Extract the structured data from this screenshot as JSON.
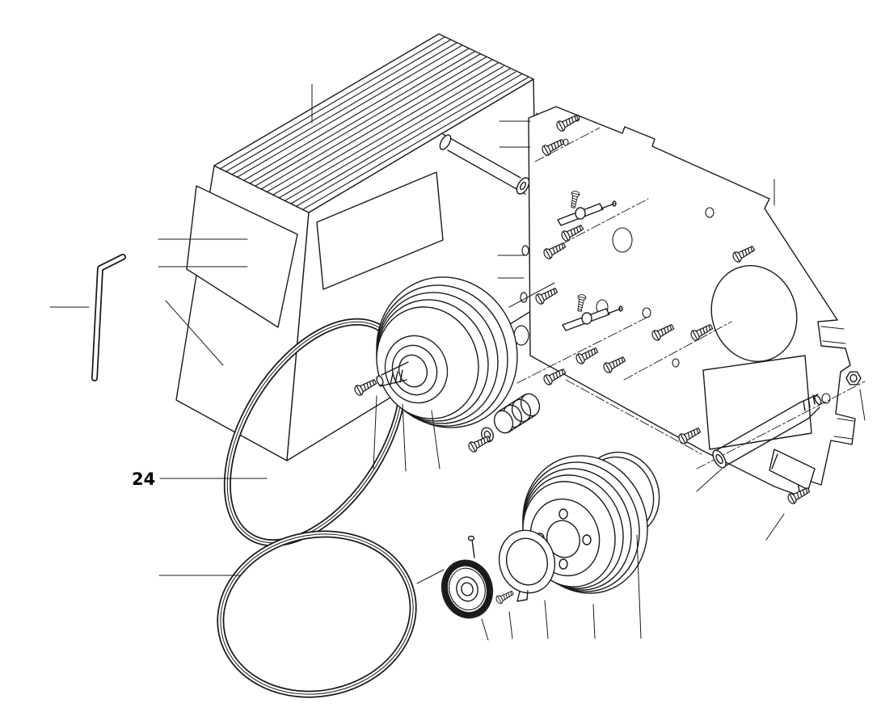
{
  "diagram": {
    "background_color": "#ffffff",
    "line_color": "#1a1a1a",
    "callout": {
      "label": "24"
    },
    "parts": [
      "finned-housing-cover",
      "inspection-window",
      "nameplate-panel",
      "hex-key",
      "grooved-drive-pulley",
      "pulley-shaft-screw",
      "ribbed-v-belt",
      "mounting-plate",
      "spacer-rod",
      "threaded-rod",
      "cable-clamp",
      "spacer-sleeve",
      "toothed-pulley",
      "lock-ring",
      "flanged-pulley",
      "pulley-disc",
      "hex-nut",
      "fastening-screws"
    ]
  }
}
